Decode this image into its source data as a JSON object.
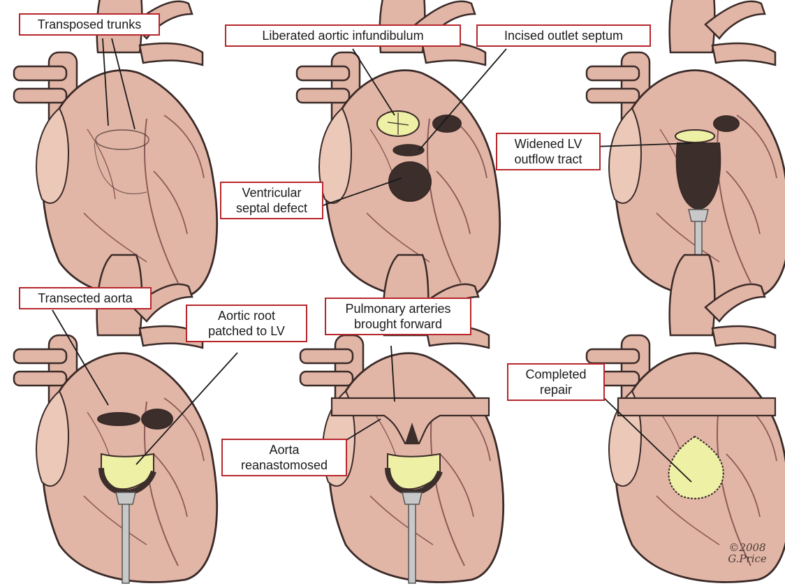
{
  "colors": {
    "heart_fill": "#e2b6a6",
    "heart_light": "#ecc8b9",
    "outline": "#3a2a28",
    "vessel_line": "#8c5a57",
    "valve_yellow": "#eef0a6",
    "dark_cavity": "#3b2e2b",
    "label_border": "#b8262c",
    "catheter": "#c8c8c8"
  },
  "labels": {
    "transposed_trunks": "Transposed trunks",
    "liberated_aortic_infundibulum": "Liberated aortic infundibulum",
    "incised_outlet_septum": "Incised outlet septum",
    "widened_lv_line1": "Widened LV",
    "widened_lv_line2": "outflow tract",
    "vsd_line1": "Ventricular",
    "vsd_line2": "septal defect",
    "transected_aorta": "Transected aorta",
    "aortic_root_line1": "Aortic root",
    "aortic_root_line2": "patched to LV",
    "pulmonary_line1": "Pulmonary arteries",
    "pulmonary_line2": "brought forward",
    "aorta_reanast_line1": "Aorta",
    "aorta_reanast_line2": "reanastomosed",
    "completed_line1": "Completed",
    "completed_line2": "repair"
  },
  "signature": {
    "year": "©2008",
    "artist": "G.Price"
  }
}
